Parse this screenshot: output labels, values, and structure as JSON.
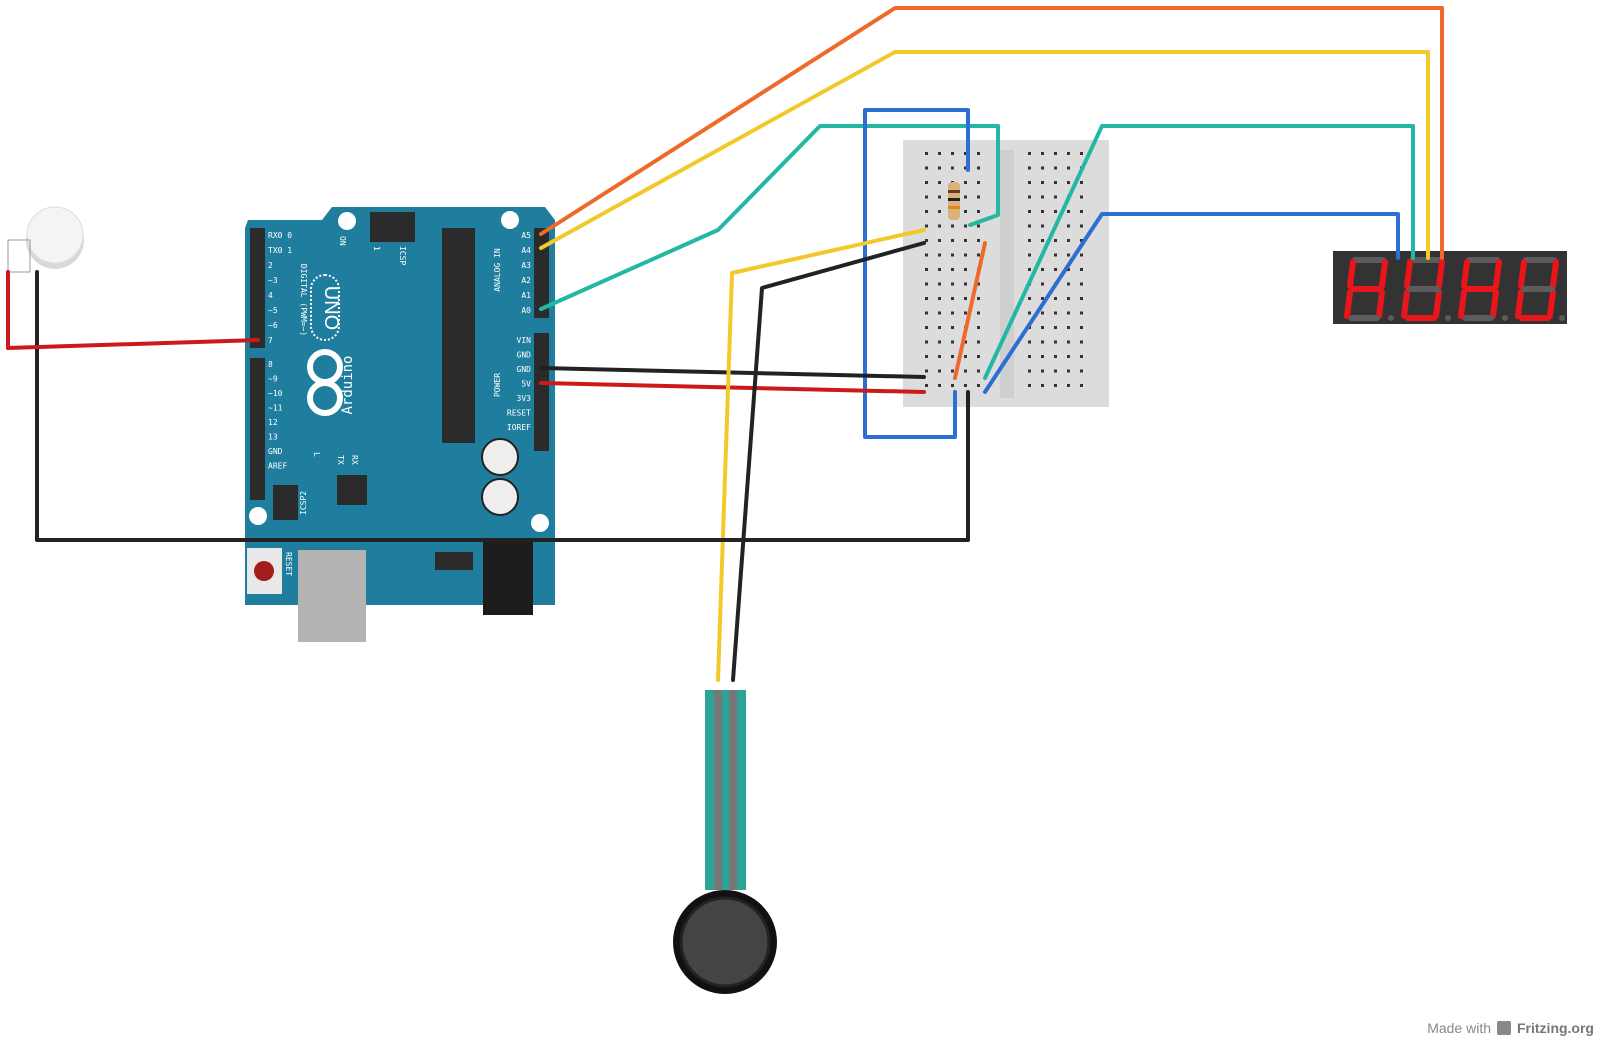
{
  "arduino": {
    "model": "UNO",
    "brand": "Arduino",
    "digital_header_label": "DIGITAL (PWM=~)",
    "digital_pins": [
      "RX0 0",
      "TX0 1",
      "2",
      "~3",
      "4",
      "~5",
      "~6",
      "7",
      "8",
      "~9",
      "~10",
      "~11",
      "12",
      "13",
      "GND",
      "AREF"
    ],
    "analog_header_label": "ANALOG IN",
    "analog_pins": [
      "A5",
      "A4",
      "A3",
      "A2",
      "A1",
      "A0"
    ],
    "power_header_label": "POWER",
    "power_pins": [
      "VIN",
      "GND",
      "GND",
      "5V",
      "3V3",
      "RESET",
      "IOREF"
    ],
    "labels": {
      "on": "ON",
      "icsp": "ICSP",
      "icsp2": "ICSP2",
      "l": "L",
      "tx": "TX",
      "rx": "RX",
      "reset": "RESET",
      "one": "1"
    },
    "board_color": "#1f7d9e"
  },
  "display": {
    "digits": [
      {
        "lit": "bcefg"
      },
      {
        "lit": "bcdef"
      },
      {
        "lit": "bcefg"
      },
      {
        "lit": "bcdef"
      }
    ],
    "segment_on": "#e8161b",
    "segment_off": "#5c5c5c",
    "body": "#333333"
  },
  "wire_colors": {
    "orange": "#ef6a2a",
    "yellow": "#f2c92a",
    "teal": "#22b8a4",
    "blue": "#2d6fd0",
    "black": "#222222",
    "red": "#cc1a1a"
  },
  "footer": {
    "made_with": "Made with",
    "brand": "Fritzing.org"
  }
}
